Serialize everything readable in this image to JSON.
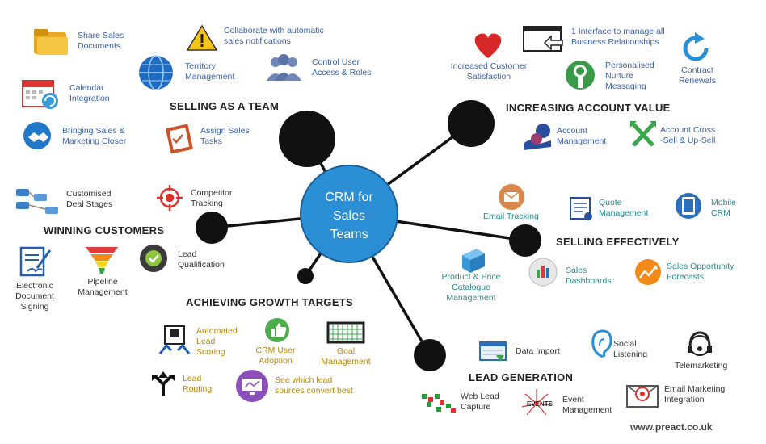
{
  "center": {
    "line1": "CRM for",
    "line2": "Sales",
    "line3": "Teams"
  },
  "headings": {
    "selling_team": "SELLING AS A TEAM",
    "account_value": "INCREASING ACCOUNT VALUE",
    "winning": "WINNING CUSTOMERS",
    "selling_effectively": "SELLING EFFECTIVELY",
    "growth": "ACHIEVING GROWTH TARGETS",
    "lead_gen": "LEAD GENERATION"
  },
  "items": {
    "share_docs": [
      "Share Sales",
      "Documents"
    ],
    "collab": [
      "Collaborate with automatic",
      "sales notifications"
    ],
    "territory": [
      "Territory",
      "Management"
    ],
    "control_user": [
      "Control User",
      "Access & Roles"
    ],
    "calendar": [
      "Calendar",
      "Integration"
    ],
    "bringing": [
      "Bringing Sales &",
      "Marketing Closer"
    ],
    "assign": [
      "Assign Sales",
      "Tasks"
    ],
    "increased": [
      "Increased Customer",
      "Satisfaction"
    ],
    "one_interface": [
      "1 Interface to manage all",
      "Business Relationships"
    ],
    "contract": [
      "Contract",
      "Renewals"
    ],
    "nurture": [
      "Personalised",
      "Nurture",
      "Messaging"
    ],
    "account_mgmt": [
      "Account",
      "Management"
    ],
    "cross_sell": [
      "Account Cross",
      "-Sell & Up-Sell"
    ],
    "custom_deal": [
      "Customised",
      "Deal Stages"
    ],
    "competitor": [
      "Competitor",
      "Tracking"
    ],
    "lead_qual": [
      "Lead",
      "Qualification"
    ],
    "e_sign": [
      "Electronic",
      "Document",
      "Signing"
    ],
    "pipeline": [
      "Pipeline",
      "Management"
    ],
    "email_track": [
      "Email Tracking"
    ],
    "quote": [
      "Quote",
      "Management"
    ],
    "mobile": [
      "Mobile",
      "CRM"
    ],
    "product": [
      "Product & Price",
      "Catalogue",
      "Management"
    ],
    "dashboards": [
      "Sales",
      "Dashboards"
    ],
    "forecasts": [
      "Sales Opportunity",
      "Forecasts"
    ],
    "auto_lead": [
      "Automated",
      "Lead",
      "Scoring"
    ],
    "adoption": [
      "CRM User",
      "Adoption"
    ],
    "goal": [
      "Goal",
      "Management"
    ],
    "routing": [
      "Lead",
      "Routing"
    ],
    "sources": [
      "See which lead",
      "sources convert best"
    ],
    "data_import": [
      "Data Import"
    ],
    "social": [
      "Social",
      "Listening"
    ],
    "telemarketing": [
      "Telemarketing"
    ],
    "web_lead": [
      "Web Lead",
      "Capture"
    ],
    "event": [
      "Event",
      "Management"
    ],
    "email_mkt": [
      "Email Marketing",
      "Integration"
    ]
  },
  "icons": {
    "share_docs": "folder-icon",
    "collab": "warning-icon",
    "territory": "globe-icon",
    "control_user": "users-icon",
    "calendar": "calendar-icon",
    "bringing": "handshake-icon",
    "assign": "clipboard-icon",
    "increased": "heart-icon",
    "one_interface": "window-icon",
    "contract": "refresh-icon",
    "nurture": "tree-icon",
    "account_mgmt": "phone-icon",
    "cross_sell": "cross-arrows-icon",
    "custom_deal": "flow-icon",
    "competitor": "target-icon",
    "lead_qual": "badge-icon",
    "e_sign": "document-sign-icon",
    "pipeline": "funnel-icon",
    "email_track": "envelope-icon",
    "quote": "quote-doc-icon",
    "mobile": "tablet-icon",
    "product": "box-icon",
    "dashboards": "chart-icon",
    "forecasts": "trend-icon",
    "auto_lead": "scoring-icon",
    "adoption": "thumbs-up-icon",
    "goal": "goal-icon",
    "routing": "routing-arrows-icon",
    "sources": "monitor-icon",
    "data_import": "import-icon",
    "social": "ear-icon",
    "telemarketing": "headset-icon",
    "web_lead": "web-capture-icon",
    "event": "event-icon",
    "email_mkt": "email-target-icon"
  },
  "colors": {
    "hub": "#2b8fd6",
    "node": "#111111",
    "label_blue": "#3a5fa8",
    "label_gold": "#b8860b",
    "label_teal": "#2a8a8a"
  },
  "footer": "www.preact.co.uk"
}
